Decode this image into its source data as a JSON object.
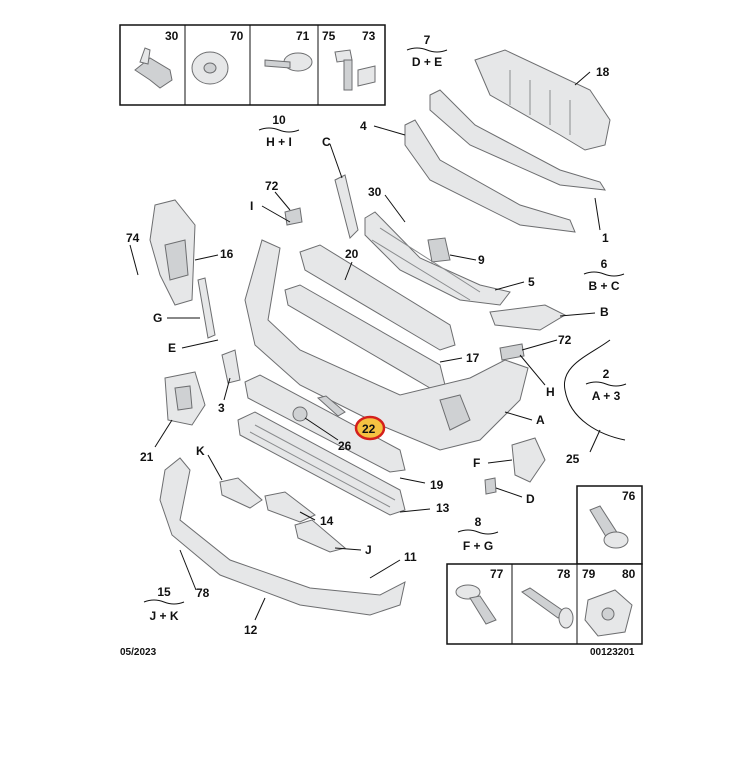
{
  "fastener_box_top": [
    "30",
    "70",
    "71",
    "75",
    "73"
  ],
  "fastener_box_bottom": [
    "76",
    "77",
    "78",
    "79",
    "80"
  ],
  "part_labels": [
    "18",
    "4",
    "1",
    "C",
    "72",
    "I",
    "30",
    "74",
    "16",
    "20",
    "9",
    "5",
    "B",
    "G",
    "E",
    "72",
    "17",
    "H",
    "3",
    "A",
    "25",
    "21",
    "26",
    "22",
    "K",
    "F",
    "D",
    "19",
    "13",
    "14",
    "J",
    "11",
    "78",
    "12"
  ],
  "groups": [
    {
      "num": "7",
      "letters": "D + E"
    },
    {
      "num": "10",
      "letters": "H + I"
    },
    {
      "num": "6",
      "letters": "B + C"
    },
    {
      "num": "2",
      "letters": "A + 3"
    },
    {
      "num": "8",
      "letters": "F + G"
    },
    {
      "num": "15",
      "letters": "J + K"
    }
  ],
  "highlighted_part": "22",
  "highlight_color": "#d4201c",
  "highlight_fill": "#f5c242",
  "footer": {
    "date": "05/2023",
    "reference": "00123201"
  }
}
